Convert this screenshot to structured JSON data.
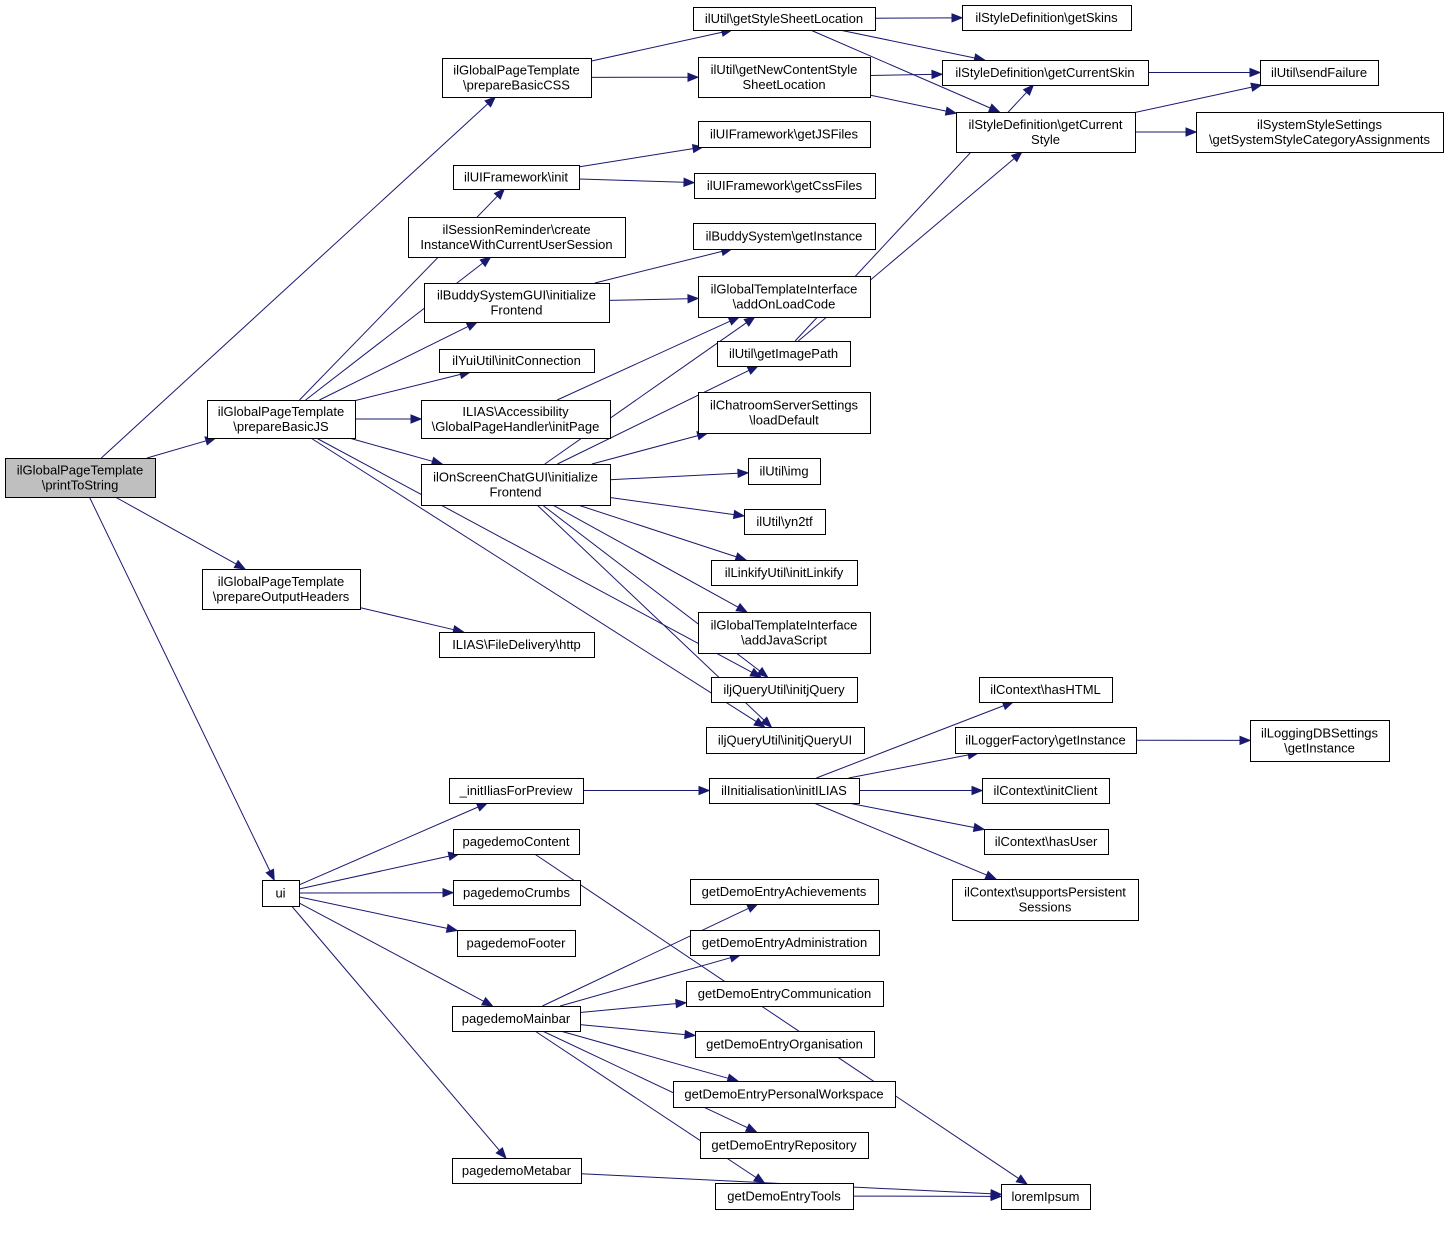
{
  "nodes": [
    {
      "id": "printToString",
      "lines": [
        "ilGlobalPageTemplate",
        "\\printToString"
      ],
      "root": true
    },
    {
      "id": "prepareBasicCSS",
      "lines": [
        "ilGlobalPageTemplate",
        "\\prepareBasicCSS"
      ]
    },
    {
      "id": "prepareBasicJS",
      "lines": [
        "ilGlobalPageTemplate",
        "\\prepareBasicJS"
      ]
    },
    {
      "id": "prepareOutputHeaders",
      "lines": [
        "ilGlobalPageTemplate",
        "\\prepareOutputHeaders"
      ]
    },
    {
      "id": "ui",
      "lines": [
        "ui"
      ]
    },
    {
      "id": "getStyleSheetLocation",
      "lines": [
        "ilUtil\\getStyleSheetLocation"
      ]
    },
    {
      "id": "getNewContentStyleSheetLocation",
      "lines": [
        "ilUtil\\getNewContentStyle",
        "SheetLocation"
      ]
    },
    {
      "id": "uiFrameworkInit",
      "lines": [
        "ilUIFramework\\init"
      ]
    },
    {
      "id": "sessionReminder",
      "lines": [
        "ilSessionReminder\\create",
        "InstanceWithCurrentUserSession"
      ]
    },
    {
      "id": "buddySystemGUIInit",
      "lines": [
        "ilBuddySystemGUI\\initialize",
        "Frontend"
      ]
    },
    {
      "id": "yuiInitConnection",
      "lines": [
        "ilYuiUtil\\initConnection"
      ]
    },
    {
      "id": "accessibilityInitPage",
      "lines": [
        "ILIAS\\Accessibility",
        "\\GlobalPageHandler\\initPage"
      ]
    },
    {
      "id": "onScreenChatInit",
      "lines": [
        "ilOnScreenChatGUI\\initialize",
        "Frontend"
      ]
    },
    {
      "id": "fileDeliveryHttp",
      "lines": [
        "ILIAS\\FileDelivery\\http"
      ]
    },
    {
      "id": "getJSFiles",
      "lines": [
        "ilUIFramework\\getJSFiles"
      ]
    },
    {
      "id": "getCssFiles",
      "lines": [
        "ilUIFramework\\getCssFiles"
      ]
    },
    {
      "id": "buddyGetInstance",
      "lines": [
        "ilBuddySystem\\getInstance"
      ]
    },
    {
      "id": "addOnLoadCode",
      "lines": [
        "ilGlobalTemplateInterface",
        "\\addOnLoadCode"
      ]
    },
    {
      "id": "getImagePath",
      "lines": [
        "ilUtil\\getImagePath"
      ]
    },
    {
      "id": "chatroomLoadDefault",
      "lines": [
        "ilChatroomServerSettings",
        "\\loadDefault"
      ]
    },
    {
      "id": "utilImg",
      "lines": [
        "ilUtil\\img"
      ]
    },
    {
      "id": "yn2tf",
      "lines": [
        "ilUtil\\yn2tf"
      ]
    },
    {
      "id": "initLinkify",
      "lines": [
        "ilLinkifyUtil\\initLinkify"
      ]
    },
    {
      "id": "addJavaScript",
      "lines": [
        "ilGlobalTemplateInterface",
        "\\addJavaScript"
      ]
    },
    {
      "id": "initjQuery",
      "lines": [
        "iljQueryUtil\\initjQuery"
      ]
    },
    {
      "id": "initjQueryUI",
      "lines": [
        "iljQueryUtil\\initjQueryUI"
      ]
    },
    {
      "id": "getSkins",
      "lines": [
        "ilStyleDefinition\\getSkins"
      ]
    },
    {
      "id": "getCurrentSkin",
      "lines": [
        "ilStyleDefinition\\getCurrentSkin"
      ]
    },
    {
      "id": "getCurrentStyle",
      "lines": [
        "ilStyleDefinition\\getCurrent",
        "Style"
      ]
    },
    {
      "id": "sendFailure",
      "lines": [
        "ilUtil\\sendFailure"
      ]
    },
    {
      "id": "systemStyleSettings",
      "lines": [
        "ilSystemStyleSettings",
        "\\getSystemStyleCategoryAssignments"
      ]
    },
    {
      "id": "initIliasForPreview",
      "lines": [
        "_initIliasForPreview"
      ]
    },
    {
      "id": "pagedemoContent",
      "lines": [
        "pagedemoContent"
      ]
    },
    {
      "id": "pagedemoCrumbs",
      "lines": [
        "pagedemoCrumbs"
      ]
    },
    {
      "id": "pagedemoFooter",
      "lines": [
        "pagedemoFooter"
      ]
    },
    {
      "id": "pagedemoMainbar",
      "lines": [
        "pagedemoMainbar"
      ]
    },
    {
      "id": "pagedemoMetabar",
      "lines": [
        "pagedemoMetabar"
      ]
    },
    {
      "id": "initILIAS",
      "lines": [
        "ilInitialisation\\initILIAS"
      ]
    },
    {
      "id": "hasHTML",
      "lines": [
        "ilContext\\hasHTML"
      ]
    },
    {
      "id": "loggerGetInstance",
      "lines": [
        "ilLoggerFactory\\getInstance"
      ]
    },
    {
      "id": "initClient",
      "lines": [
        "ilContext\\initClient"
      ]
    },
    {
      "id": "hasUser",
      "lines": [
        "ilContext\\hasUser"
      ]
    },
    {
      "id": "supportsPersistent",
      "lines": [
        "ilContext\\supportsPersistent",
        "Sessions"
      ]
    },
    {
      "id": "loggingDBGetInstance",
      "lines": [
        "ilLoggingDBSettings",
        "\\getInstance"
      ]
    },
    {
      "id": "loremIpsum",
      "lines": [
        "loremIpsum"
      ]
    },
    {
      "id": "entryAchievements",
      "lines": [
        "getDemoEntryAchievements"
      ]
    },
    {
      "id": "entryAdministration",
      "lines": [
        "getDemoEntryAdministration"
      ]
    },
    {
      "id": "entryCommunication",
      "lines": [
        "getDemoEntryCommunication"
      ]
    },
    {
      "id": "entryOrganisation",
      "lines": [
        "getDemoEntryOrganisation"
      ]
    },
    {
      "id": "entryPersonalWorkspace",
      "lines": [
        "getDemoEntryPersonalWorkspace"
      ]
    },
    {
      "id": "entryRepository",
      "lines": [
        "getDemoEntryRepository"
      ]
    },
    {
      "id": "entryTools",
      "lines": [
        "getDemoEntryTools"
      ]
    }
  ],
  "edges": [
    [
      "printToString",
      "prepareBasicCSS"
    ],
    [
      "printToString",
      "prepareBasicJS"
    ],
    [
      "printToString",
      "prepareOutputHeaders"
    ],
    [
      "printToString",
      "ui"
    ],
    [
      "prepareBasicCSS",
      "getStyleSheetLocation"
    ],
    [
      "prepareBasicCSS",
      "getNewContentStyleSheetLocation"
    ],
    [
      "getStyleSheetLocation",
      "getSkins"
    ],
    [
      "getStyleSheetLocation",
      "getCurrentSkin"
    ],
    [
      "getStyleSheetLocation",
      "getCurrentStyle"
    ],
    [
      "getNewContentStyleSheetLocation",
      "getCurrentSkin"
    ],
    [
      "getNewContentStyleSheetLocation",
      "getCurrentStyle"
    ],
    [
      "getCurrentSkin",
      "sendFailure"
    ],
    [
      "getCurrentStyle",
      "sendFailure"
    ],
    [
      "getCurrentStyle",
      "systemStyleSettings"
    ],
    [
      "prepareBasicJS",
      "uiFrameworkInit"
    ],
    [
      "prepareBasicJS",
      "sessionReminder"
    ],
    [
      "prepareBasicJS",
      "buddySystemGUIInit"
    ],
    [
      "prepareBasicJS",
      "yuiInitConnection"
    ],
    [
      "prepareBasicJS",
      "accessibilityInitPage"
    ],
    [
      "prepareBasicJS",
      "onScreenChatInit"
    ],
    [
      "prepareBasicJS",
      "initjQuery"
    ],
    [
      "prepareBasicJS",
      "initjQueryUI"
    ],
    [
      "uiFrameworkInit",
      "getJSFiles"
    ],
    [
      "uiFrameworkInit",
      "getCssFiles"
    ],
    [
      "buddySystemGUIInit",
      "buddyGetInstance"
    ],
    [
      "buddySystemGUIInit",
      "addOnLoadCode"
    ],
    [
      "accessibilityInitPage",
      "addOnLoadCode"
    ],
    [
      "onScreenChatInit",
      "addOnLoadCode"
    ],
    [
      "onScreenChatInit",
      "getImagePath"
    ],
    [
      "onScreenChatInit",
      "chatroomLoadDefault"
    ],
    [
      "onScreenChatInit",
      "utilImg"
    ],
    [
      "onScreenChatInit",
      "yn2tf"
    ],
    [
      "onScreenChatInit",
      "initLinkify"
    ],
    [
      "onScreenChatInit",
      "addJavaScript"
    ],
    [
      "onScreenChatInit",
      "initjQuery"
    ],
    [
      "onScreenChatInit",
      "initjQueryUI"
    ],
    [
      "getImagePath",
      "getCurrentSkin"
    ],
    [
      "getImagePath",
      "getCurrentStyle"
    ],
    [
      "prepareOutputHeaders",
      "fileDeliveryHttp"
    ],
    [
      "ui",
      "initIliasForPreview"
    ],
    [
      "ui",
      "pagedemoContent"
    ],
    [
      "ui",
      "pagedemoCrumbs"
    ],
    [
      "ui",
      "pagedemoFooter"
    ],
    [
      "ui",
      "pagedemoMainbar"
    ],
    [
      "ui",
      "pagedemoMetabar"
    ],
    [
      "initIliasForPreview",
      "initILIAS"
    ],
    [
      "initILIAS",
      "hasHTML"
    ],
    [
      "initILIAS",
      "loggerGetInstance"
    ],
    [
      "initILIAS",
      "initClient"
    ],
    [
      "initILIAS",
      "hasUser"
    ],
    [
      "initILIAS",
      "supportsPersistent"
    ],
    [
      "loggerGetInstance",
      "loggingDBGetInstance"
    ],
    [
      "pagedemoContent",
      "loremIpsum"
    ],
    [
      "pagedemoMainbar",
      "entryAchievements"
    ],
    [
      "pagedemoMainbar",
      "entryAdministration"
    ],
    [
      "pagedemoMainbar",
      "entryCommunication"
    ],
    [
      "pagedemoMainbar",
      "entryOrganisation"
    ],
    [
      "pagedemoMainbar",
      "entryPersonalWorkspace"
    ],
    [
      "pagedemoMainbar",
      "entryRepository"
    ],
    [
      "pagedemoMainbar",
      "entryTools"
    ],
    [
      "pagedemoMetabar",
      "loremIpsum"
    ],
    [
      "entryTools",
      "loremIpsum"
    ]
  ]
}
